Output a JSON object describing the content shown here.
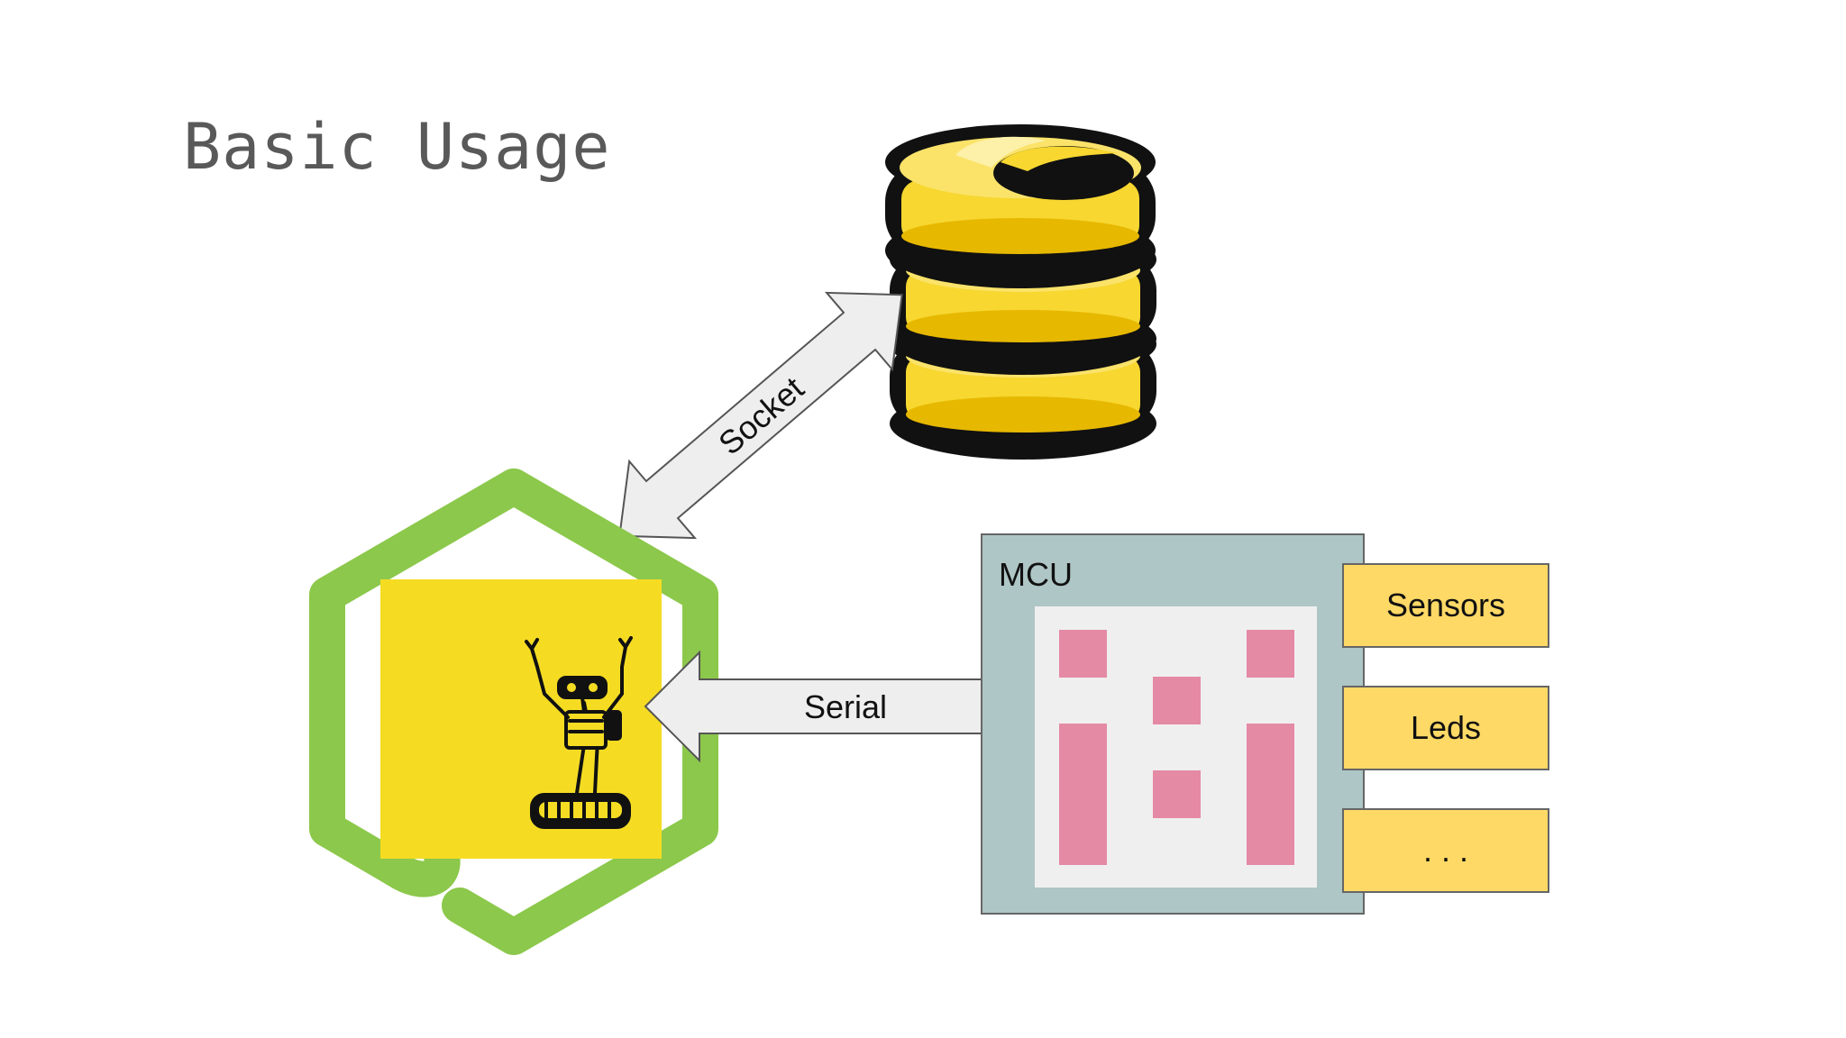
{
  "slide": {
    "title": "Basic Usage"
  },
  "diagram": {
    "database_icon": "couchdb-style-database-icon",
    "nodejs_logo": "nodejs-hexagon-logo",
    "johnny_five_logo": "robot-logo",
    "socket_label": "Socket",
    "serial_label": "Serial",
    "mcu": {
      "label": "MCU"
    },
    "peripherals": [
      {
        "label": "Sensors"
      },
      {
        "label": "Leds"
      },
      {
        "label": ". . ."
      }
    ],
    "colors": {
      "node_green": "#8cc84b",
      "j5_yellow": "#f5dc23",
      "db_yellow": "#f7d730",
      "mcu_bg": "#aec6c5",
      "chip_bg": "#f0eff0",
      "chip_pin": "#e48aa5",
      "peripheral_bg": "#ffd966",
      "arrow_fill": "#eeeeee"
    }
  }
}
